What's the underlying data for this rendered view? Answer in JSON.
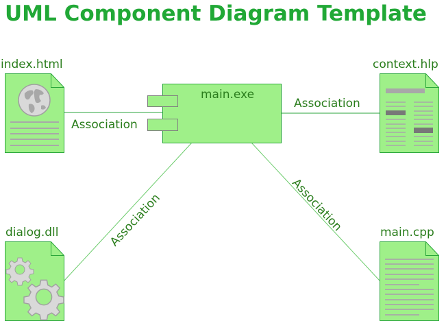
{
  "title": "UML Component Diagram Template",
  "colors": {
    "title": "#21a836",
    "label": "#2a7d1c",
    "fill": "#9ff089",
    "stroke": "#2aa63b",
    "line": "#6dcc6d",
    "icon_gray": "#a8a8a8"
  },
  "component": {
    "name": "main.exe",
    "ports": 2
  },
  "documents": [
    {
      "id": "index",
      "name": "index.html",
      "icon": "globe-icon"
    },
    {
      "id": "context",
      "name": "context.hlp",
      "icon": "help-document-icon"
    },
    {
      "id": "dialog",
      "name": "dialog.dll",
      "icon": "gears-icon"
    },
    {
      "id": "maincpp",
      "name": "main.cpp",
      "icon": "text-lines-icon"
    }
  ],
  "associations": [
    {
      "from": "index.html",
      "to": "main.exe",
      "label": "Association"
    },
    {
      "from": "main.exe",
      "to": "context.hlp",
      "label": "Association"
    },
    {
      "from": "main.exe",
      "to": "dialog.dll",
      "label": "Association"
    },
    {
      "from": "main.exe",
      "to": "main.cpp",
      "label": "Association"
    }
  ]
}
